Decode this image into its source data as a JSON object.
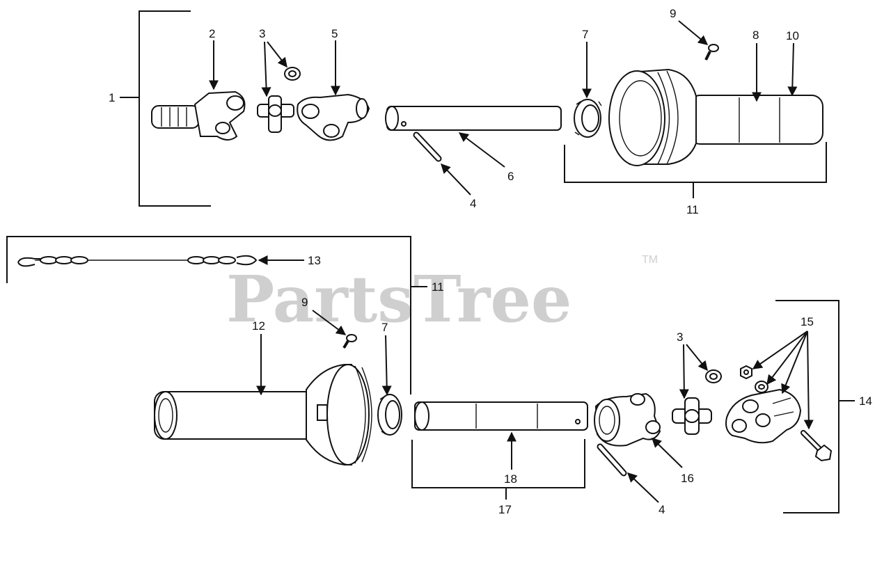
{
  "watermark": {
    "text": "PartsTree",
    "trademark": "TM"
  },
  "callouts": {
    "c1": "1",
    "c2": "2",
    "c3a": "3",
    "c4a": "4",
    "c5": "5",
    "c6": "6",
    "c7a": "7",
    "c8": "8",
    "c9a": "9",
    "c10": "10",
    "c11a": "11",
    "c13": "13",
    "c11b": "11",
    "c9b": "9",
    "c7b": "7",
    "c12": "12",
    "c3b": "3",
    "c15": "15",
    "c14": "14",
    "c16": "16",
    "c18": "18",
    "c17": "17",
    "c4b": "4"
  }
}
